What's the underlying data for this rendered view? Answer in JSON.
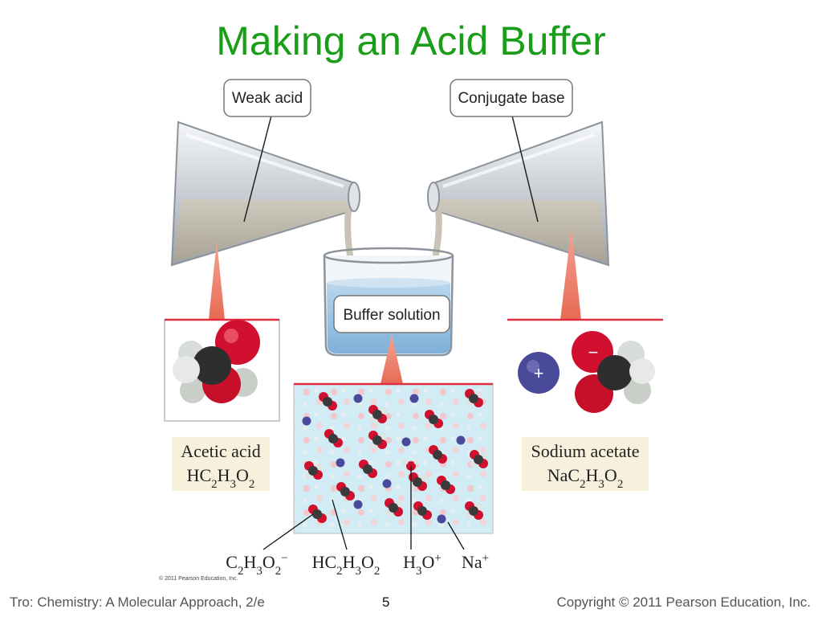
{
  "slide": {
    "title": "Making an Acid Buffer"
  },
  "callouts": {
    "weak_acid": "Weak acid",
    "conjugate_base": "Conjugate base",
    "buffer_solution": "Buffer solution"
  },
  "compounds": {
    "acetic_acid_name": "Acetic acid",
    "acetic_acid_formula": "HC2H3O2",
    "sodium_acetate_name": "Sodium acetate",
    "sodium_acetate_formula": "NaC2H3O2"
  },
  "ion_signs": {
    "sodium": "+",
    "acetate": "−"
  },
  "species_labels": {
    "acetate_ion": "C2H3O2−",
    "acetic_acid": "HC2H3O2",
    "hydronium": "H3O+",
    "sodium_ion": "Na+"
  },
  "credit": "© 2011 Pearson Education, Inc.",
  "footer": {
    "left": "Tro: Chemistry: A Molecular Approach, 2/e",
    "page": "5",
    "right": "Copyright © 2011 Pearson Education, Inc."
  },
  "colors": {
    "title": "#1a9e1a",
    "oxygen": "#d0102e",
    "carbon": "#3a3a3a",
    "hydrogen": "#dfe3e1",
    "sodium": "#4a4a9a",
    "accent_line": "#e03040",
    "label_box": "#f7f0dc"
  }
}
